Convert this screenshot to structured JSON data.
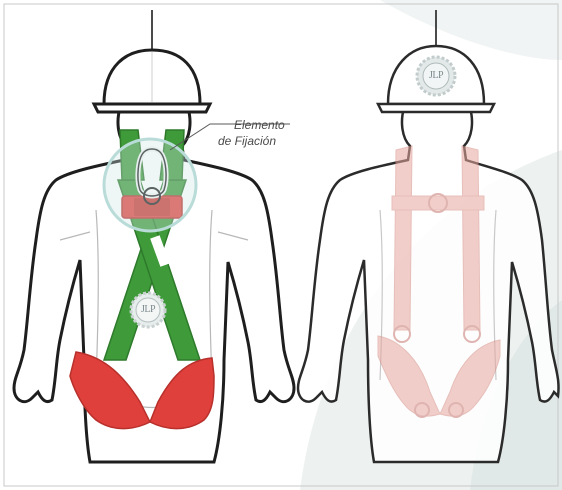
{
  "callout": {
    "line1": "Elemento",
    "line2": "de Fijación"
  },
  "logo": {
    "text": "JLP"
  },
  "colors": {
    "harness_green": "#3f9a3a",
    "harness_green_dark": "#2e7a2b",
    "harness_red": "#e0403b",
    "harness_red_dark": "#b8302c",
    "harness_faded": "#eab4ad",
    "outline": "#1e1e1e",
    "background_swoosh": "#e8efee"
  }
}
